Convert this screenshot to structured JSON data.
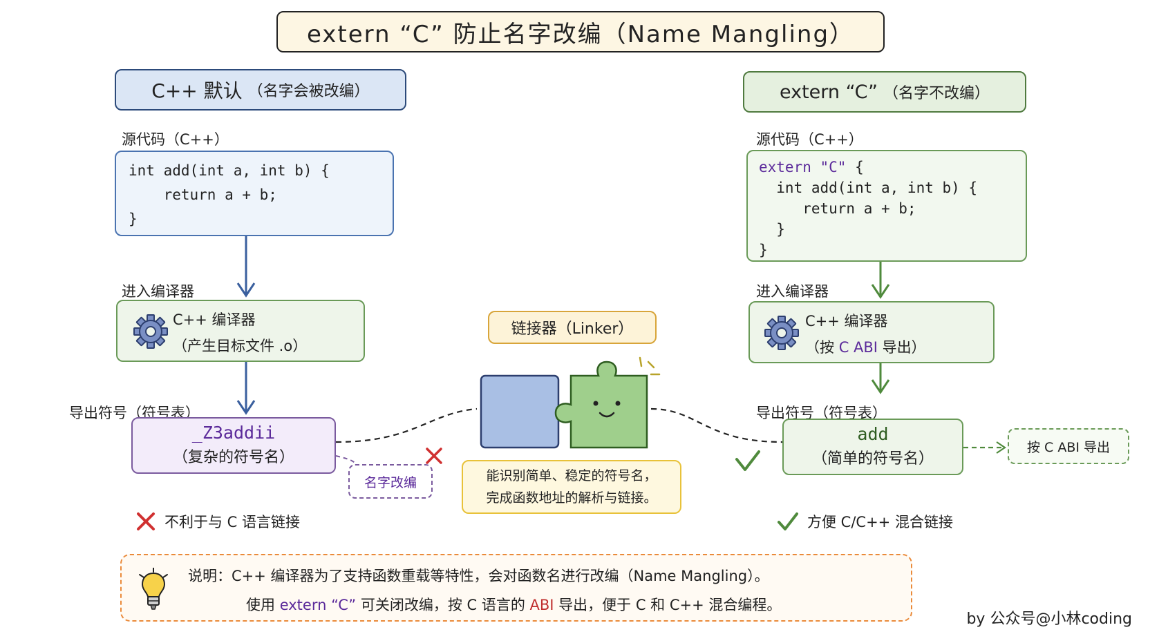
{
  "title": "extern “C” 防止名字改编（Name Mangling）",
  "left": {
    "header_main": "C++ 默认",
    "header_sub": "（名字会被改编）",
    "source_label": "源代码（C++）",
    "code": [
      "int add(int a, int b) {",
      "    return a + b;",
      "}"
    ],
    "compile_label": "进入编译器",
    "compiler_line1": "C++ 编译器",
    "compiler_line2": "（产生目标文件 .o）",
    "symbol_label": "导出符号（符号表）",
    "symbol_name": "_Z3addii",
    "symbol_desc": "（复杂的符号名）",
    "mangle_tag": "名字改编",
    "status": "不利于与 C 语言链接"
  },
  "right": {
    "header_main": "extern “C”",
    "header_sub": "（名字不改编）",
    "source_label": "源代码（C++）",
    "code_kw": "extern",
    "code_str": "\"C\"",
    "code_brace": " {",
    "code": [
      "  int add(int a, int b) {",
      "     return a + b;",
      "  }",
      "}"
    ],
    "compile_label": "进入编译器",
    "compiler_line1": "C++ 编译器",
    "compiler_open": "（按 ",
    "compiler_abi": "C ABI",
    "compiler_close": " 导出）",
    "symbol_label": "导出符号（符号表）",
    "symbol_name": "add",
    "symbol_desc": "（简单的符号名）",
    "export_tag": "按 C ABI 导出",
    "status": "方便 C/C++ 混合链接"
  },
  "linker": {
    "label": "链接器（Linker）",
    "desc_line1": "能识别简单、稳定的符号名，",
    "desc_line2": "完成函数地址的解析与链接。"
  },
  "note": {
    "line1": "说明：C++ 编译器为了支持函数重载等特性，会对函数名进行改编（Name Mangling）。",
    "line2_a": "使用 ",
    "line2_kw": "extern “C”",
    "line2_b": " 可关闭改编，按 C 语言的 ",
    "line2_abi": "ABI",
    "line2_c": " 导出，便于 C 和 C++ 混合编程。"
  },
  "credit": "by 公众号@小林coding",
  "colors": {
    "blue_arrow": "#3a5f9e",
    "green_arrow": "#4f8a3c",
    "mangled_purple": "#5b2a9a",
    "red_cross": "#d03030",
    "green_check": "#4f8a3c",
    "note_border": "#ea8a3a"
  },
  "icons": [
    "gear-icon",
    "gear-icon",
    "puzzle-icon",
    "lightbulb-icon",
    "cross-icon",
    "check-icon"
  ]
}
